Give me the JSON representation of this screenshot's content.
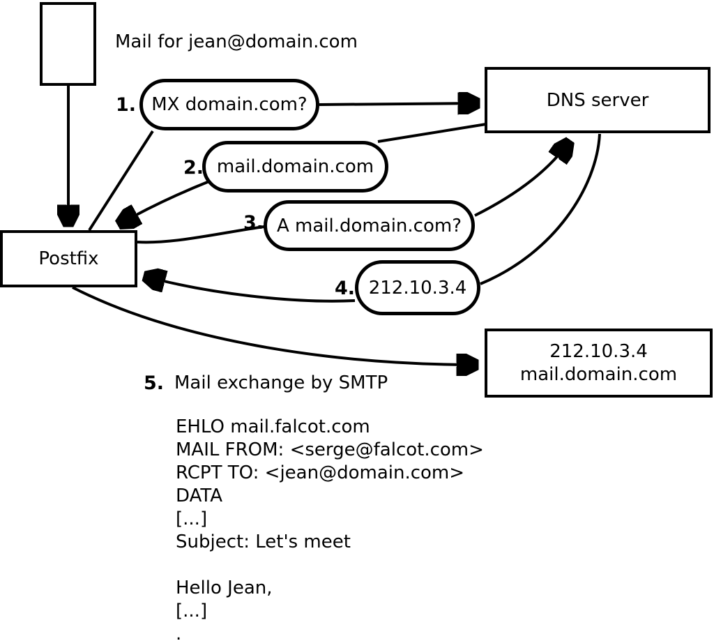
{
  "diagram": {
    "note": "Mail for jean@domain.com",
    "nodes": {
      "postfix": "Postfix",
      "dns_server": "DNS server",
      "mail_server_line1": "212.10.3.4",
      "mail_server_line2": "mail.domain.com"
    },
    "steps": [
      {
        "num": "1.",
        "label": "MX domain.com?"
      },
      {
        "num": "2.",
        "label": "mail.domain.com"
      },
      {
        "num": "3.",
        "label": "A mail.domain.com?"
      },
      {
        "num": "4.",
        "label": "212.10.3.4"
      },
      {
        "num": "5.",
        "label": "Mail exchange by SMTP"
      }
    ],
    "smtp_session": "EHLO mail.falcot.com\nMAIL FROM: <serge@falcot.com>\nRCPT TO: <jean@domain.com>\nDATA\n[...]\nSubject: Let's meet\n\nHello Jean,\n[...]\n.",
    "colors": {
      "stroke": "#000000",
      "background": "#ffffff"
    }
  }
}
